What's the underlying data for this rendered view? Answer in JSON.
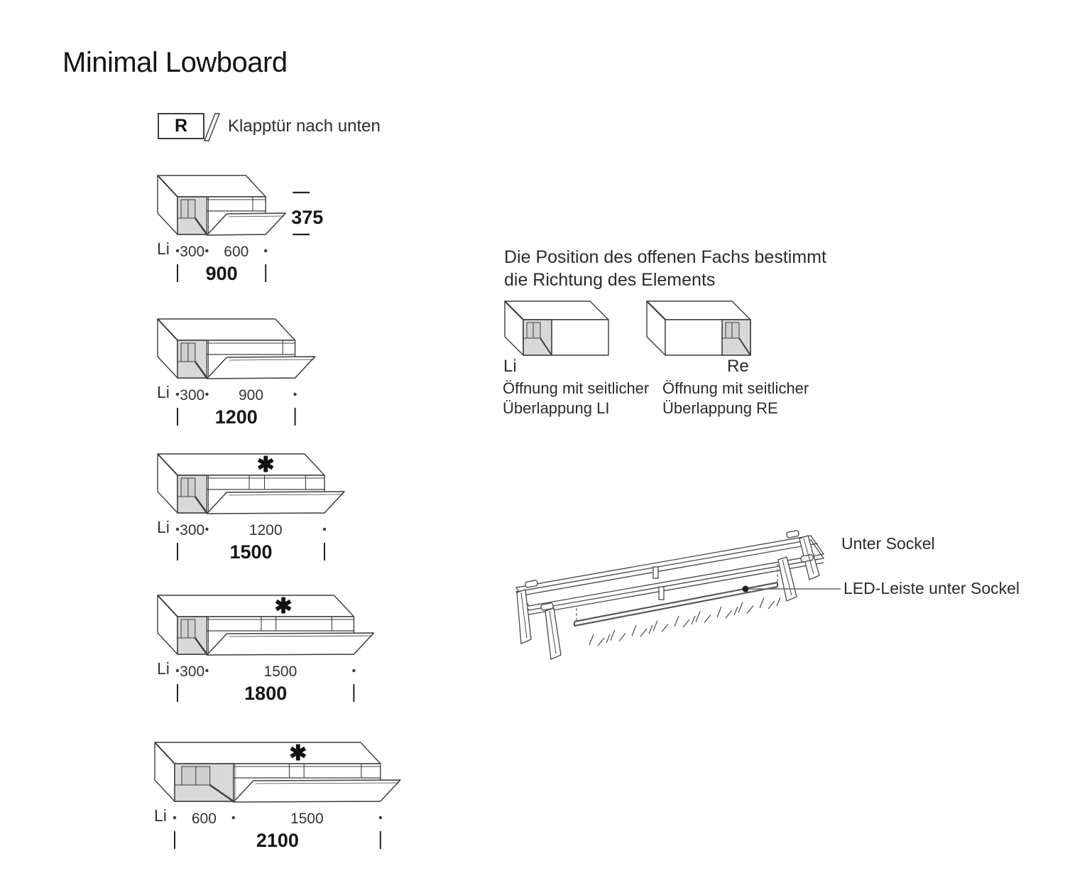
{
  "title": "Minimal Lowboard",
  "legend": {
    "symbol": "R",
    "label": "Klapptür nach unten"
  },
  "note": {
    "line1": "Die Position des offenen Fachs bestimmt",
    "line2": "die Richtung des Elements"
  },
  "orientations": [
    {
      "marker": "Li",
      "caption1": "Öffnung mit seitlicher",
      "caption2": "Überlappung LI"
    },
    {
      "marker": "Re",
      "caption1": "Öffnung mit seitlicher",
      "caption2": "Überlappung RE"
    }
  ],
  "variants": [
    {
      "li": "Li",
      "segments": [
        "300",
        "600"
      ],
      "total": "900",
      "height": "375",
      "asterisk": ""
    },
    {
      "li": "Li",
      "segments": [
        "300",
        "900"
      ],
      "total": "1200",
      "height": "",
      "asterisk": ""
    },
    {
      "li": "Li",
      "segments": [
        "300",
        "1200"
      ],
      "total": "1500",
      "height": "",
      "asterisk": "✱"
    },
    {
      "li": "Li",
      "segments": [
        "300",
        "1500"
      ],
      "total": "1800",
      "height": "",
      "asterisk": "✱"
    },
    {
      "li": "Li",
      "segments": [
        "600",
        "1500"
      ],
      "total": "2100",
      "height": "",
      "asterisk": "✱"
    }
  ],
  "sockel": {
    "label_unter": "Unter Sockel",
    "label_led": "LED-Leiste unter Sockel"
  },
  "colors": {
    "line": "#3d3d3d",
    "compartment_fill": "#d8d8d8",
    "compartment_back": "#cfcfcf",
    "text": "#333333",
    "dim_text": "#161616"
  }
}
